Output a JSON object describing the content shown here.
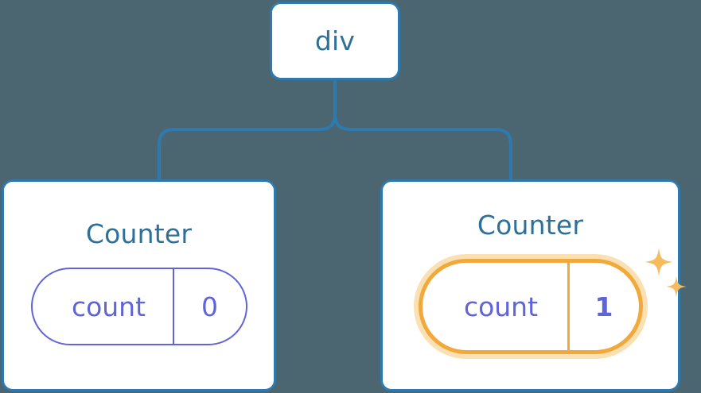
{
  "diagram": {
    "type": "component-tree",
    "background_color": "#4b6670",
    "node_border_color": "#2e7aaf",
    "node_fill_color": "#ffffff",
    "title_color": "#2e7096",
    "state_color": "#5f64d8",
    "highlight_color": "#f2a93b",
    "highlight_glow_color": "#fbe0b4",
    "connector_color": "#2e7aaf"
  },
  "root": {
    "label": "div"
  },
  "children": [
    {
      "title": "Counter",
      "state": {
        "key": "count",
        "value": "0"
      },
      "highlighted": false,
      "sparkles": false
    },
    {
      "title": "Counter",
      "state": {
        "key": "count",
        "value": "1"
      },
      "highlighted": true,
      "sparkles": true
    }
  ]
}
